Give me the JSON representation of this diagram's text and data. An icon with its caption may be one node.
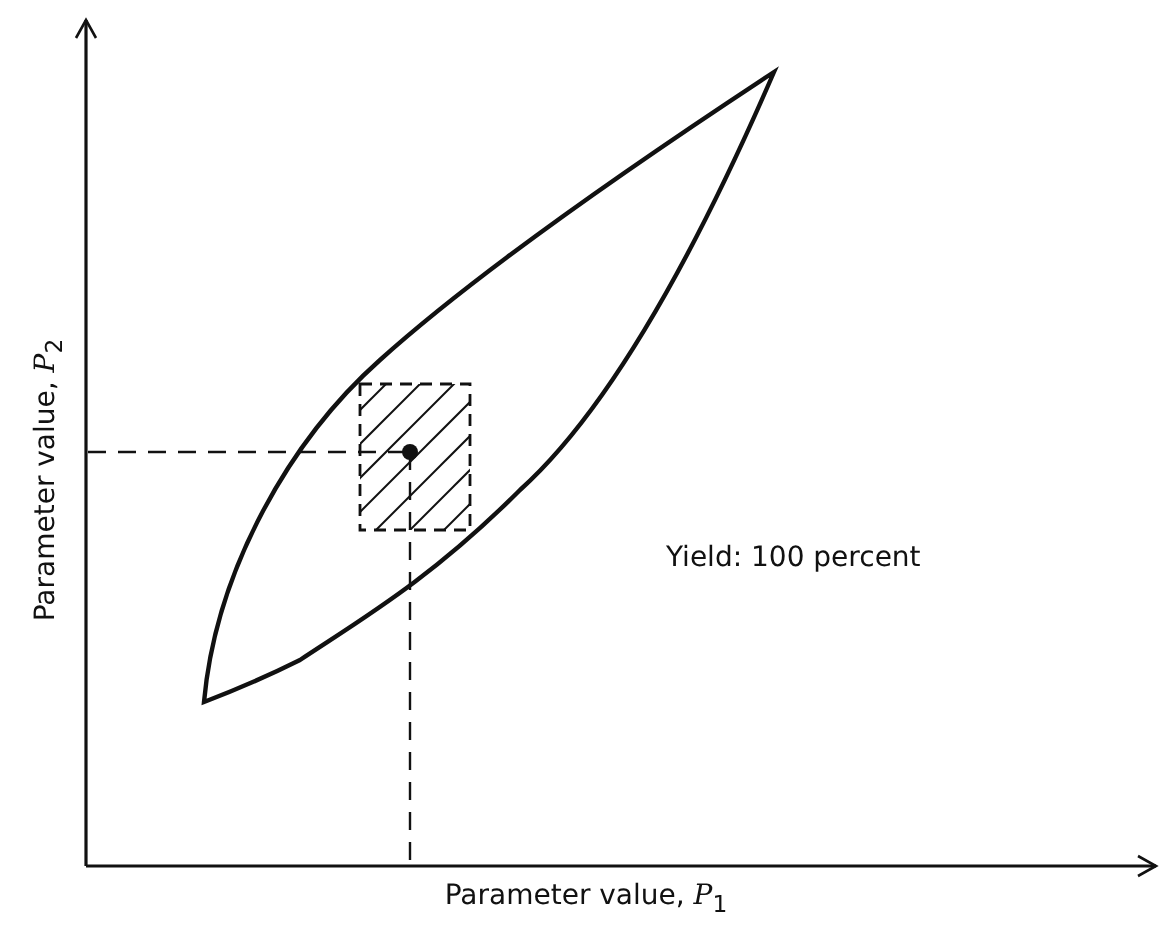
{
  "diagram": {
    "labels": [
      "Parameter value, *P*$_{2}$",
      "Yield: 100 percent",
      "Parameter value, *P*$_{1}$"
    ]
  }
}
